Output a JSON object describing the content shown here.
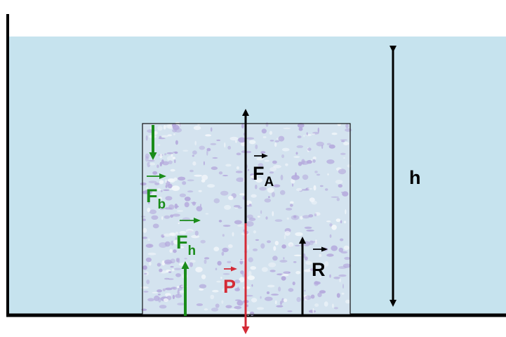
{
  "colors": {
    "water": "#c6e3ee",
    "block_base": "#d4e3ef",
    "speckle_purple": "#b4a8dc",
    "speckle_white": "#f2f6fa",
    "line": "#000000",
    "green": "#1a8c1a",
    "red": "#d42a36",
    "black": "#000000"
  },
  "labels": {
    "F_b": {
      "main": "F",
      "sub": "b"
    },
    "F_h": {
      "main": "F",
      "sub": "h"
    },
    "F_A": {
      "main": "F",
      "sub": "A"
    },
    "P": {
      "main": "P"
    },
    "R": {
      "main": "R"
    },
    "h": {
      "main": "h"
    }
  }
}
